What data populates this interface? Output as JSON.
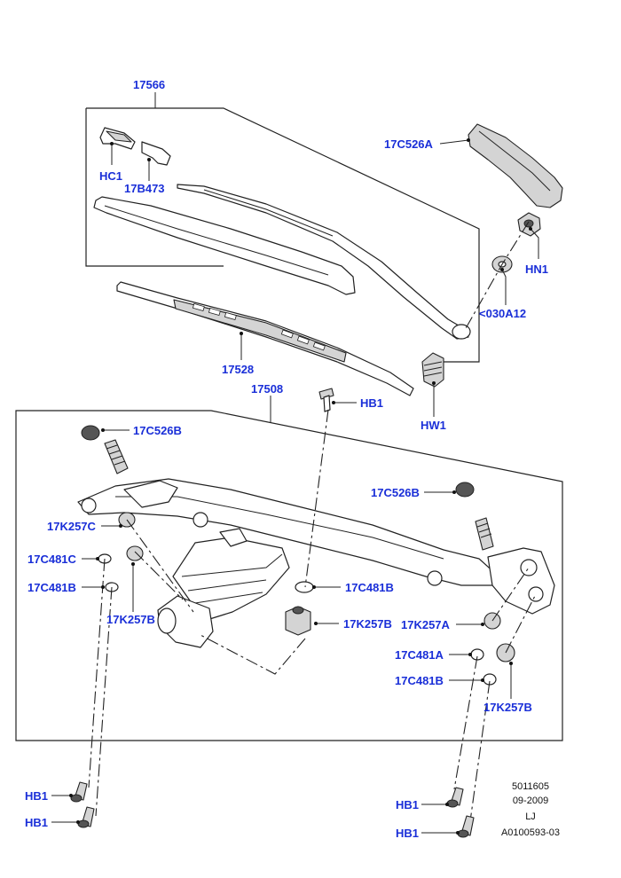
{
  "callouts": {
    "c17566": "17566",
    "c17C526A": "17C526A",
    "hc1": "HC1",
    "c17B473": "17B473",
    "hn1": "HN1",
    "c030A12": "<030A12",
    "c17528": "17528",
    "c17508": "17508",
    "hb1_top": "HB1",
    "hw1": "HW1",
    "c17C526B_left": "17C526B",
    "c17C526B_right": "17C526B",
    "c17K257C": "17K257C",
    "c17C481C": "17C481C",
    "c17C481B_left": "17C481B",
    "c17K257B_left": "17K257B",
    "c17C481B_center": "17C481B",
    "c17K257B_center": "17K257B",
    "c17K257A": "17K257A",
    "c17C481A": "17C481A",
    "c17C481B_right": "17C481B",
    "c17K257B_right": "17K257B",
    "hb1_bl1": "HB1",
    "hb1_bl2": "HB1",
    "hb1_br1": "HB1",
    "hb1_br2": "HB1"
  },
  "metadata": {
    "line1": "5011605",
    "line2": "09-2009",
    "line3": "LJ",
    "line4": "A0100593-03"
  },
  "colors": {
    "callout": "#1a2fd8",
    "line": "#222222",
    "shade": "#d4d4d4"
  }
}
